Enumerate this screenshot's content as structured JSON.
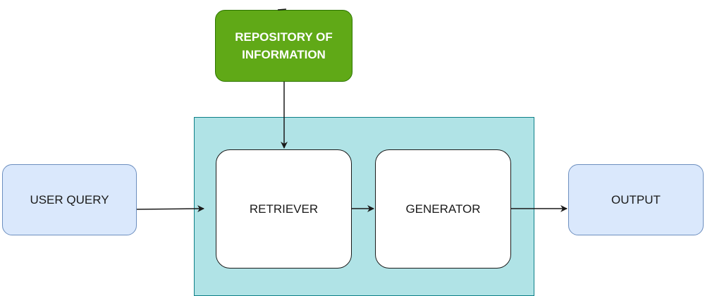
{
  "nodes": {
    "repository": "REPOSITORY OF INFORMATION",
    "user_query": "USER QUERY",
    "retriever": "RETRIEVER",
    "generator": "GENERATOR",
    "output": "OUTPUT"
  },
  "colors": {
    "container_fill": "#b0e3e6",
    "container_stroke": "#0e8088",
    "repository_fill": "#60a917",
    "repository_stroke": "#2d7600",
    "io_fill": "#dae8fc",
    "io_stroke": "#6c8ebf",
    "edge": "#1a1a1a"
  },
  "edges": [
    {
      "from": "repository",
      "to": "retriever"
    },
    {
      "from": "user_query",
      "to": "container"
    },
    {
      "from": "retriever",
      "to": "generator"
    },
    {
      "from": "generator",
      "to": "output"
    }
  ]
}
